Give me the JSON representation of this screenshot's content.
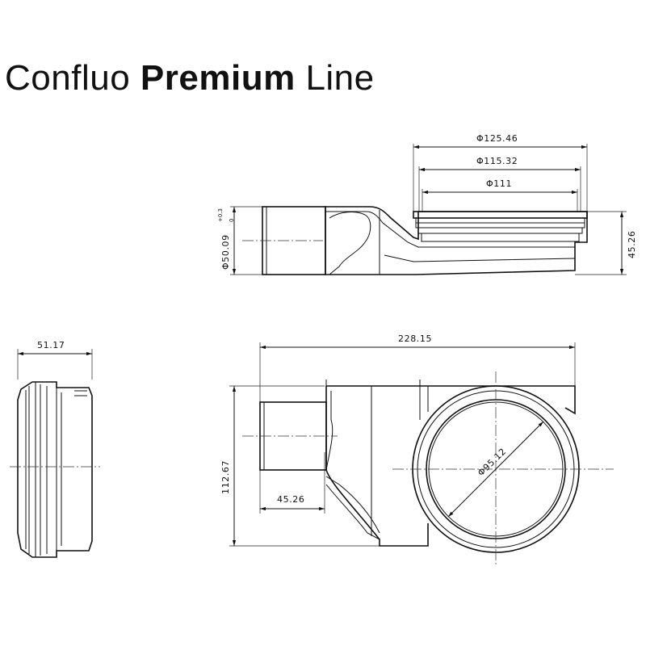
{
  "title": {
    "light": "Confluo",
    "bold": "Premium",
    "suffix": "Line"
  },
  "dimensions": {
    "d_outer": "Φ125.46",
    "d_mid": "Φ115.32",
    "d_inner": "Φ111",
    "pipe_diameter": "Φ50.09",
    "pipe_tol_upper": "+0.3",
    "pipe_tol_lower": "0",
    "height_side": "45.26",
    "length_total": "228.15",
    "width_total": "112.67",
    "outlet_length": "45.26",
    "circle_diameter": "Φ95.12",
    "end_width": "51.17"
  }
}
